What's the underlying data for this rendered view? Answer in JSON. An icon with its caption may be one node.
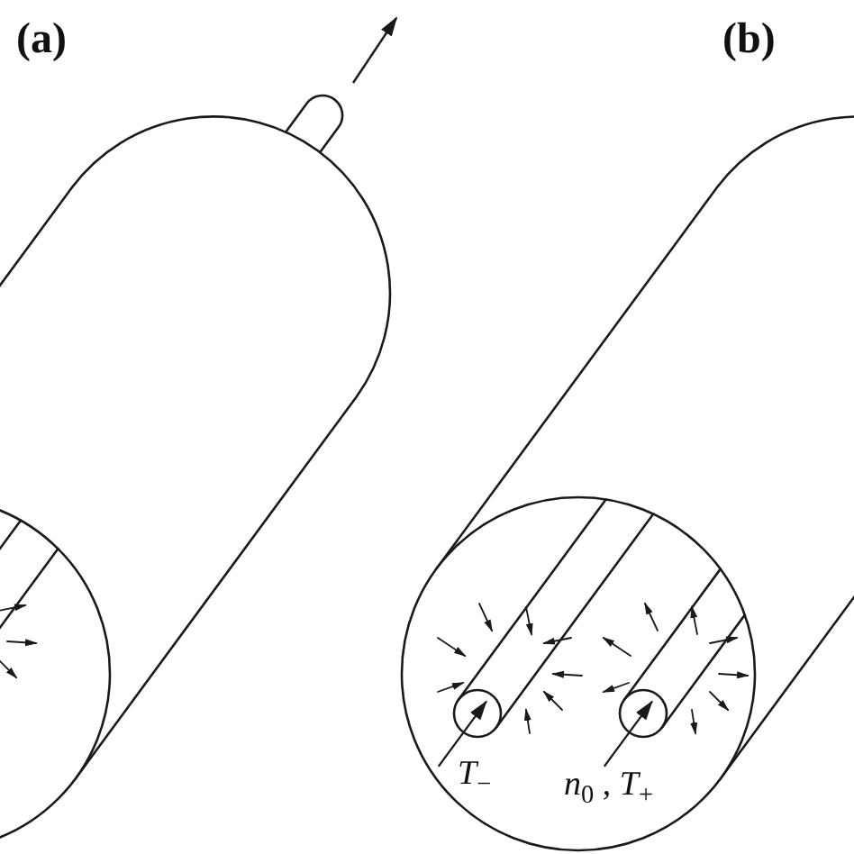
{
  "diagram": {
    "labels": [
      "(a)",
      "(b)",
      "*T*$_{−}$",
      "*n*$_{0}$ , *T*$_{+}$"
    ]
  }
}
